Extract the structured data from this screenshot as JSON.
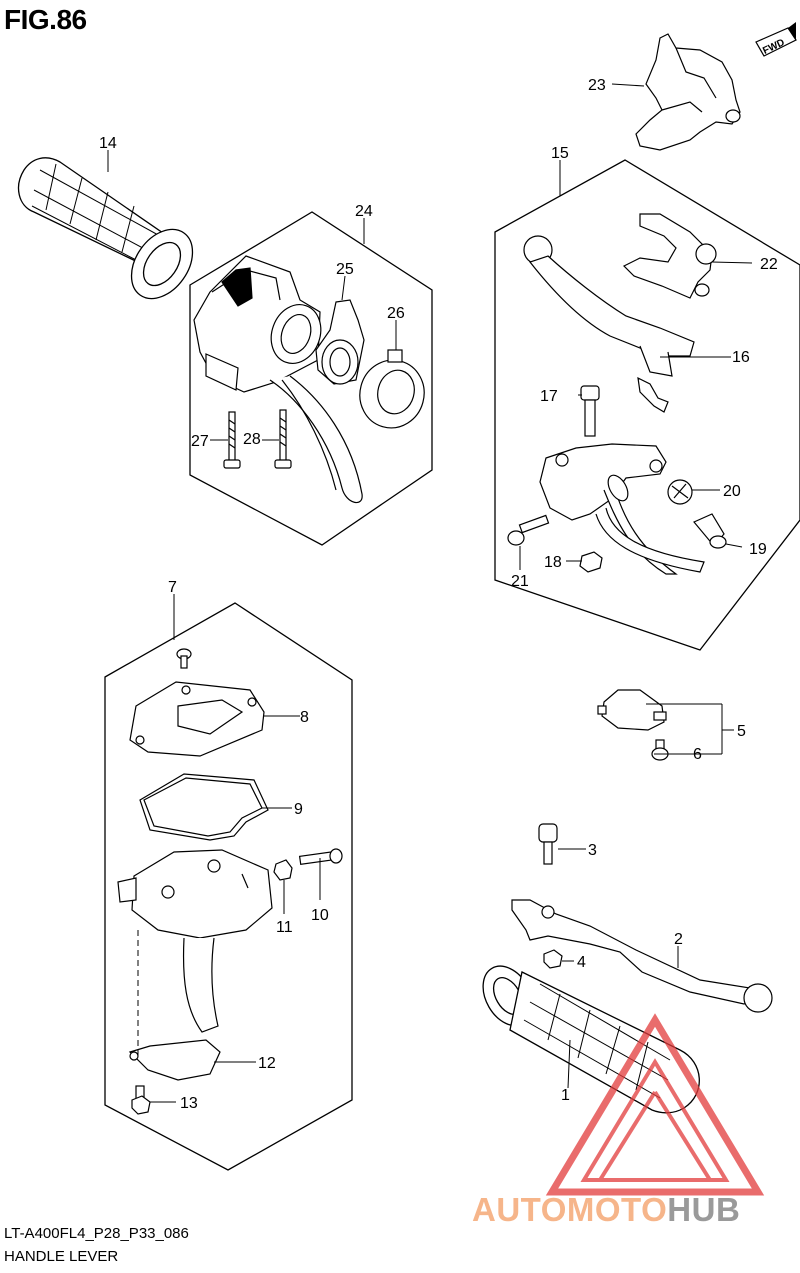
{
  "figure": {
    "title": "FIG.86",
    "code": "LT-A400FL4_P28_P33_086",
    "name": "HANDLE LEVER",
    "fwd_badge": "FWD"
  },
  "watermark": {
    "part_a": "AUTOMOTO",
    "part_b": "HUB",
    "color_a": "#f6b58a",
    "color_b": "#9a9a9a",
    "triangle_color": "#e23c3c"
  },
  "callouts": {
    "c1": "1",
    "c2": "2",
    "c3": "3",
    "c4": "4",
    "c5": "5",
    "c6": "6",
    "c7": "7",
    "c8": "8",
    "c9": "9",
    "c10": "10",
    "c11": "11",
    "c12": "12",
    "c13": "13",
    "c14": "14",
    "c15": "15",
    "c16": "16",
    "c17": "17",
    "c18": "18",
    "c19": "19",
    "c20": "20",
    "c21": "21",
    "c22": "22",
    "c23": "23",
    "c24": "24",
    "c25": "25",
    "c26": "26",
    "c27": "27",
    "c28": "28"
  }
}
